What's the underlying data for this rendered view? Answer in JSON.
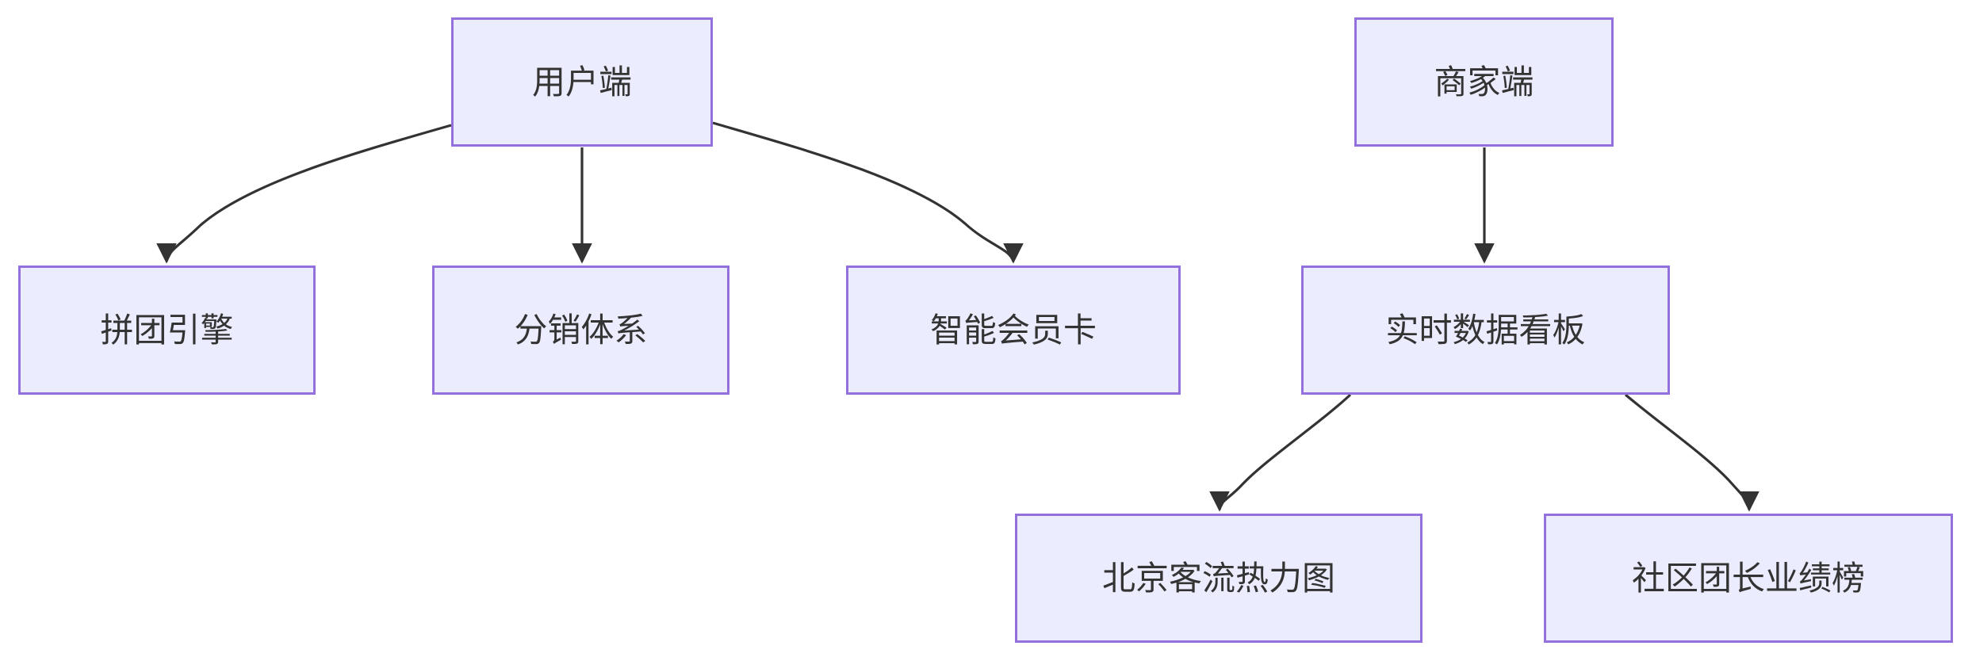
{
  "diagram": {
    "type": "flowchart",
    "direction": "top-down",
    "colors": {
      "background": "#FFFFFF",
      "node_fill": "#ECECFF",
      "node_border": "#9370DB",
      "edge_color": "#333333",
      "text_color": "#333333"
    },
    "nodes": [
      {
        "id": "user",
        "label": "用户端"
      },
      {
        "id": "groupbuy",
        "label": "拼团引擎"
      },
      {
        "id": "distribution",
        "label": "分销体系"
      },
      {
        "id": "membercard",
        "label": "智能会员卡"
      },
      {
        "id": "merchant",
        "label": "商家端"
      },
      {
        "id": "dashboard",
        "label": "实时数据看板"
      },
      {
        "id": "heatmap",
        "label": "北京客流热力图"
      },
      {
        "id": "leaderboard",
        "label": "社区团长业绩榜"
      }
    ],
    "edges": [
      {
        "from": "user",
        "to": "groupbuy",
        "arrow": "filled-triangle"
      },
      {
        "from": "user",
        "to": "distribution",
        "arrow": "filled-triangle"
      },
      {
        "from": "user",
        "to": "membercard",
        "arrow": "filled-triangle"
      },
      {
        "from": "merchant",
        "to": "dashboard",
        "arrow": "filled-triangle"
      },
      {
        "from": "dashboard",
        "to": "heatmap",
        "arrow": "filled-triangle"
      },
      {
        "from": "dashboard",
        "to": "leaderboard",
        "arrow": "filled-triangle"
      }
    ]
  }
}
